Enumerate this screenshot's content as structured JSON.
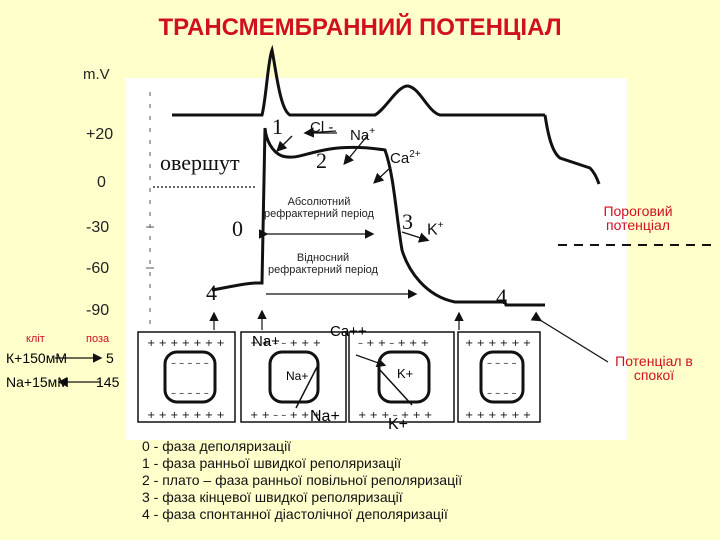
{
  "title": "ТРАНСМЕМБРАННИЙ ПОТЕНЦІАЛ",
  "axis": {
    "unit": "m.V",
    "ticks": [
      "+20",
      "0",
      "-30",
      "-60",
      "-90"
    ]
  },
  "concentrations": {
    "header_cell": "кліт",
    "header_outside": "поза",
    "k_inside": "К+150мМ",
    "k_outside": "5",
    "na_inside": "Na+15мМ",
    "na_outside": "145"
  },
  "labels": {
    "overshoot": "овершут",
    "phase_0": "0",
    "phase_1": "1",
    "phase_2": "2",
    "phase_3": "3",
    "phase_4_left": "4",
    "phase_4_right": "4",
    "cl": "Cl -",
    "na_top": "Na",
    "na_top_sup": "+",
    "ca_top": "Ca",
    "ca_top_sup": "2+",
    "k_phase3": "K",
    "k_phase3_sup": "+",
    "absolute_refractory": "Абсолютний рефрактерний період",
    "relative_refractory": "Відносний рефрактерний період",
    "threshold_potential": "Пороговий потенціал",
    "resting_potential": "Потенціал в спокої",
    "cell_na_top": "Na+",
    "cell_ca_top": "Ca++",
    "cell_na_inner": "Na+",
    "cell_k_inner": "K+",
    "cell_na_bottom": "Na+",
    "cell_k_bottom": "K+"
  },
  "legend": [
    "0 - фаза деполяризації",
    "1 - фаза ранньої швидкої реполяризації",
    "2 - плато – фаза ранньої повільної реполяризації",
    "3 - фаза кінцевої швидкої реполяризації",
    "4 - фаза спонтанної діастолічної деполяризації"
  ],
  "colors": {
    "title": "#d01020",
    "background": "#ffffcc",
    "panel": "#ffffff"
  }
}
